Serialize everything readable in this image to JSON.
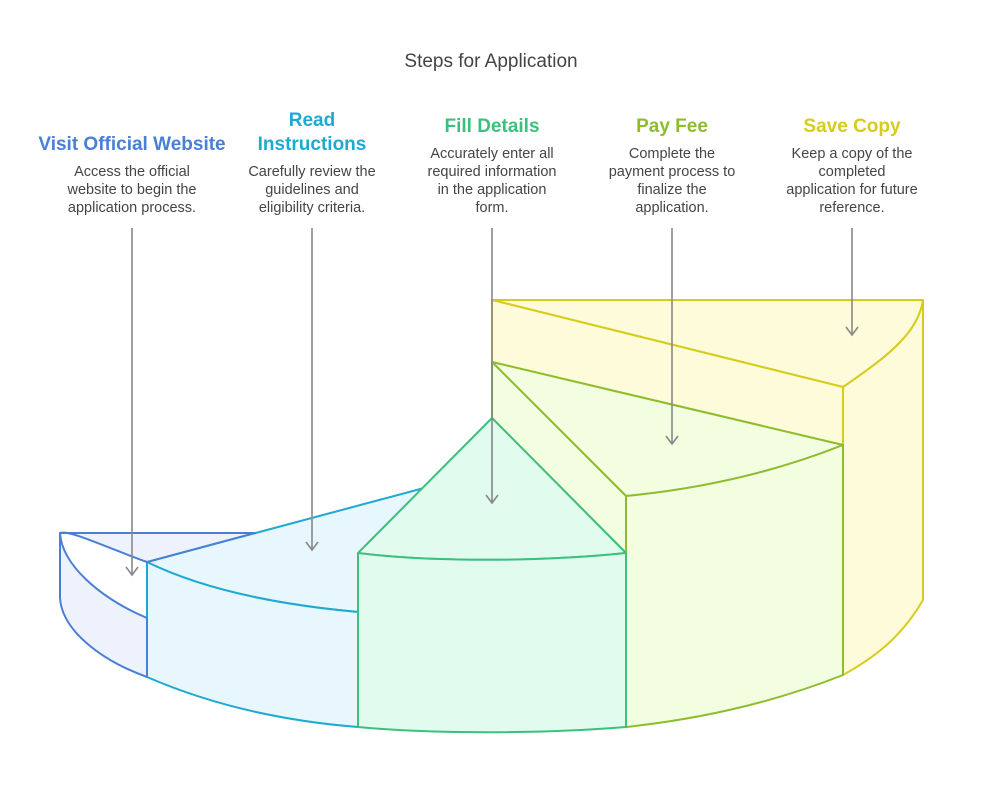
{
  "title": "Steps for Application",
  "steps": [
    {
      "heading": [
        "Visit Official Website"
      ],
      "description": [
        "Access the official",
        "website to begin the",
        "application process."
      ],
      "color": "#4a7fd6",
      "fill": "#edf2fd"
    },
    {
      "heading": [
        "Read",
        "Instructions"
      ],
      "description": [
        "Carefully review the",
        "guidelines and",
        "eligibility criteria."
      ],
      "color": "#1ea9d1",
      "fill": "#e8f7fd"
    },
    {
      "heading": [
        "Fill Details"
      ],
      "description": [
        "Accurately enter all",
        "required information",
        "in the application",
        "form."
      ],
      "color": "#3cc07d",
      "fill": "#e2fbef"
    },
    {
      "heading": [
        "Pay Fee"
      ],
      "description": [
        "Complete the",
        "payment process to",
        "finalize the",
        "application."
      ],
      "color": "#8dbd2f",
      "fill": "#f3fde0"
    },
    {
      "heading": [
        "Save Copy"
      ],
      "description": [
        "Keep a copy of the",
        "completed",
        "application for future",
        "reference."
      ],
      "color": "#d6cc1d",
      "fill": "#fdfbd9"
    }
  ]
}
